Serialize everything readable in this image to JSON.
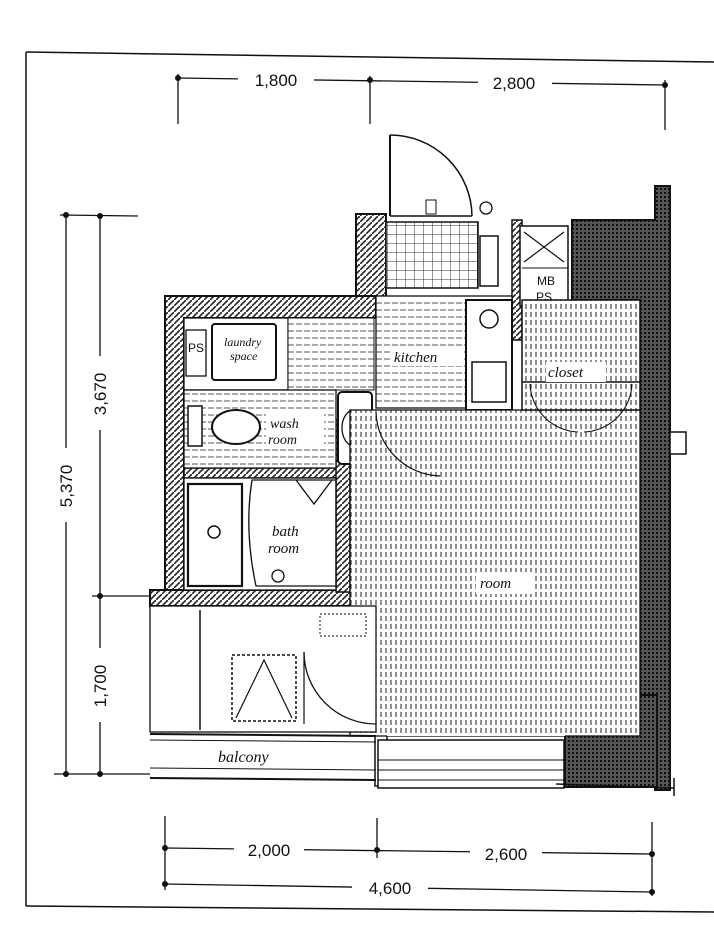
{
  "dimensions": {
    "top_left": "1,800",
    "top_right": "2,800",
    "left_outer": "5,370",
    "left_upper": "3,670",
    "left_lower": "1,700",
    "bottom_left": "2,000",
    "bottom_right": "2,600",
    "bottom_total": "4,600"
  },
  "rooms": {
    "laundry_line1": "laundry",
    "laundry_line2": "space",
    "ps_left": "PS",
    "kitchen": "kitchen",
    "wash_line1": "wash",
    "wash_line2": "room",
    "bath_line1": "bath",
    "bath_line2": "room",
    "closet": "closet",
    "room": "room",
    "mb": "MB",
    "ps_right": "PS",
    "balcony": "balcony"
  }
}
